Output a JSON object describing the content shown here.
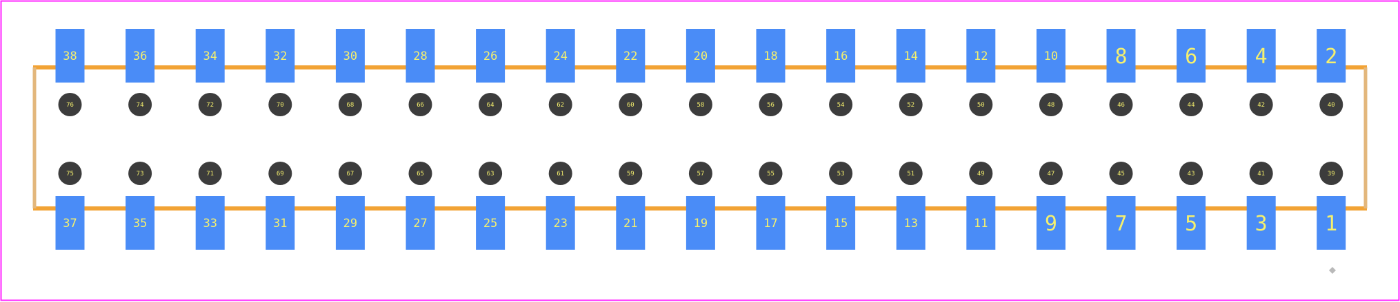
{
  "colors": {
    "board_border": "#ff26ff",
    "silkscreen": "#f2a335",
    "silkscreen_side": "#e3b77c",
    "smd_pad": "#4a8cf7",
    "through_hole": "#3c3c3c",
    "label_text": "#f5f06e",
    "origin_marker": "#b9b9b9"
  },
  "pads": {
    "top": [
      "38",
      "36",
      "34",
      "32",
      "30",
      "28",
      "26",
      "24",
      "22",
      "20",
      "18",
      "16",
      "14",
      "12",
      "10",
      "8",
      "6",
      "4",
      "2"
    ],
    "bottom": [
      "37",
      "35",
      "33",
      "31",
      "29",
      "27",
      "25",
      "23",
      "21",
      "19",
      "17",
      "15",
      "13",
      "11",
      "9",
      "7",
      "5",
      "3",
      "1"
    ]
  },
  "holes": {
    "upper": [
      "76",
      "74",
      "72",
      "70",
      "68",
      "66",
      "64",
      "62",
      "60",
      "58",
      "56",
      "54",
      "52",
      "50",
      "48",
      "46",
      "44",
      "42",
      "40"
    ],
    "lower": [
      "75",
      "73",
      "71",
      "69",
      "67",
      "65",
      "63",
      "61",
      "59",
      "57",
      "55",
      "53",
      "51",
      "49",
      "47",
      "45",
      "43",
      "41",
      "39"
    ]
  }
}
